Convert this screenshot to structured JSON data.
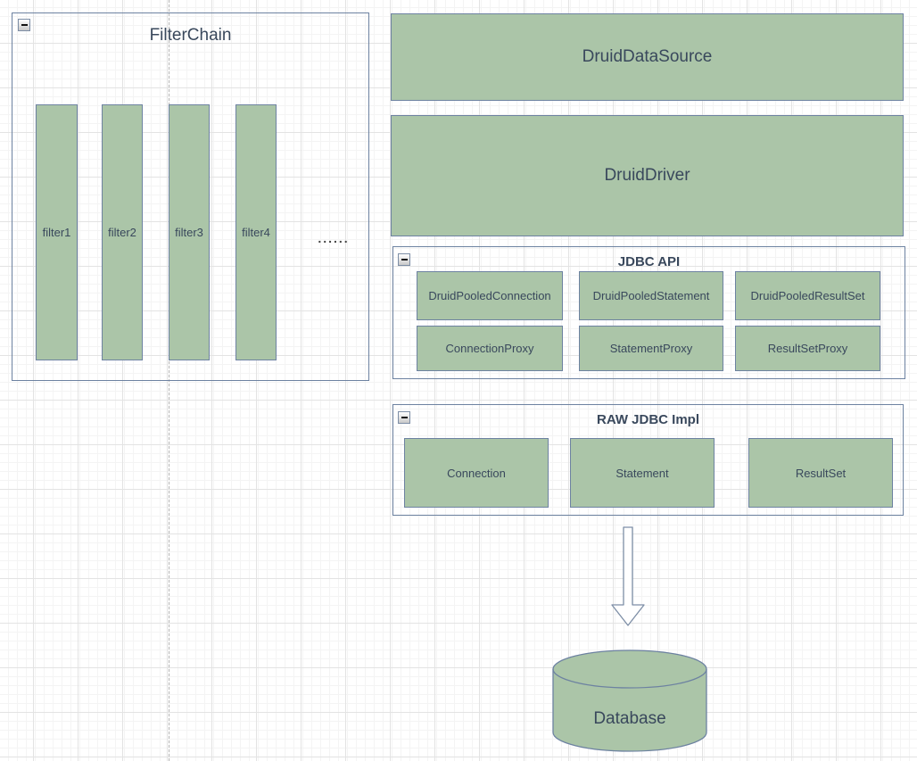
{
  "diagram": {
    "filter_chain": {
      "title": "FilterChain",
      "filters": [
        "filter1",
        "filter2",
        "filter3",
        "filter4"
      ],
      "ellipsis": "......"
    },
    "druid_data_source": {
      "label": "DruidDataSource"
    },
    "druid_driver": {
      "label": "DruidDriver"
    },
    "jdbc_api": {
      "title": "JDBC API",
      "row1": [
        "DruidPooledConnection",
        "DruidPooledStatement",
        "DruidPooledResultSet"
      ],
      "row2": [
        "ConnectionProxy",
        "StatementProxy",
        "ResultSetProxy"
      ]
    },
    "raw_jdbc": {
      "title": "RAW JDBC Impl",
      "items": [
        "Connection",
        "Statement",
        "ResultSet"
      ]
    },
    "database": {
      "label": "Database"
    }
  },
  "colors": {
    "node_fill": "#abc5a8",
    "node_stroke": "#6d82a1",
    "label_text": "#39485c",
    "grid_minor": "#f4f4f4",
    "grid_major": "#e3e3e3"
  }
}
